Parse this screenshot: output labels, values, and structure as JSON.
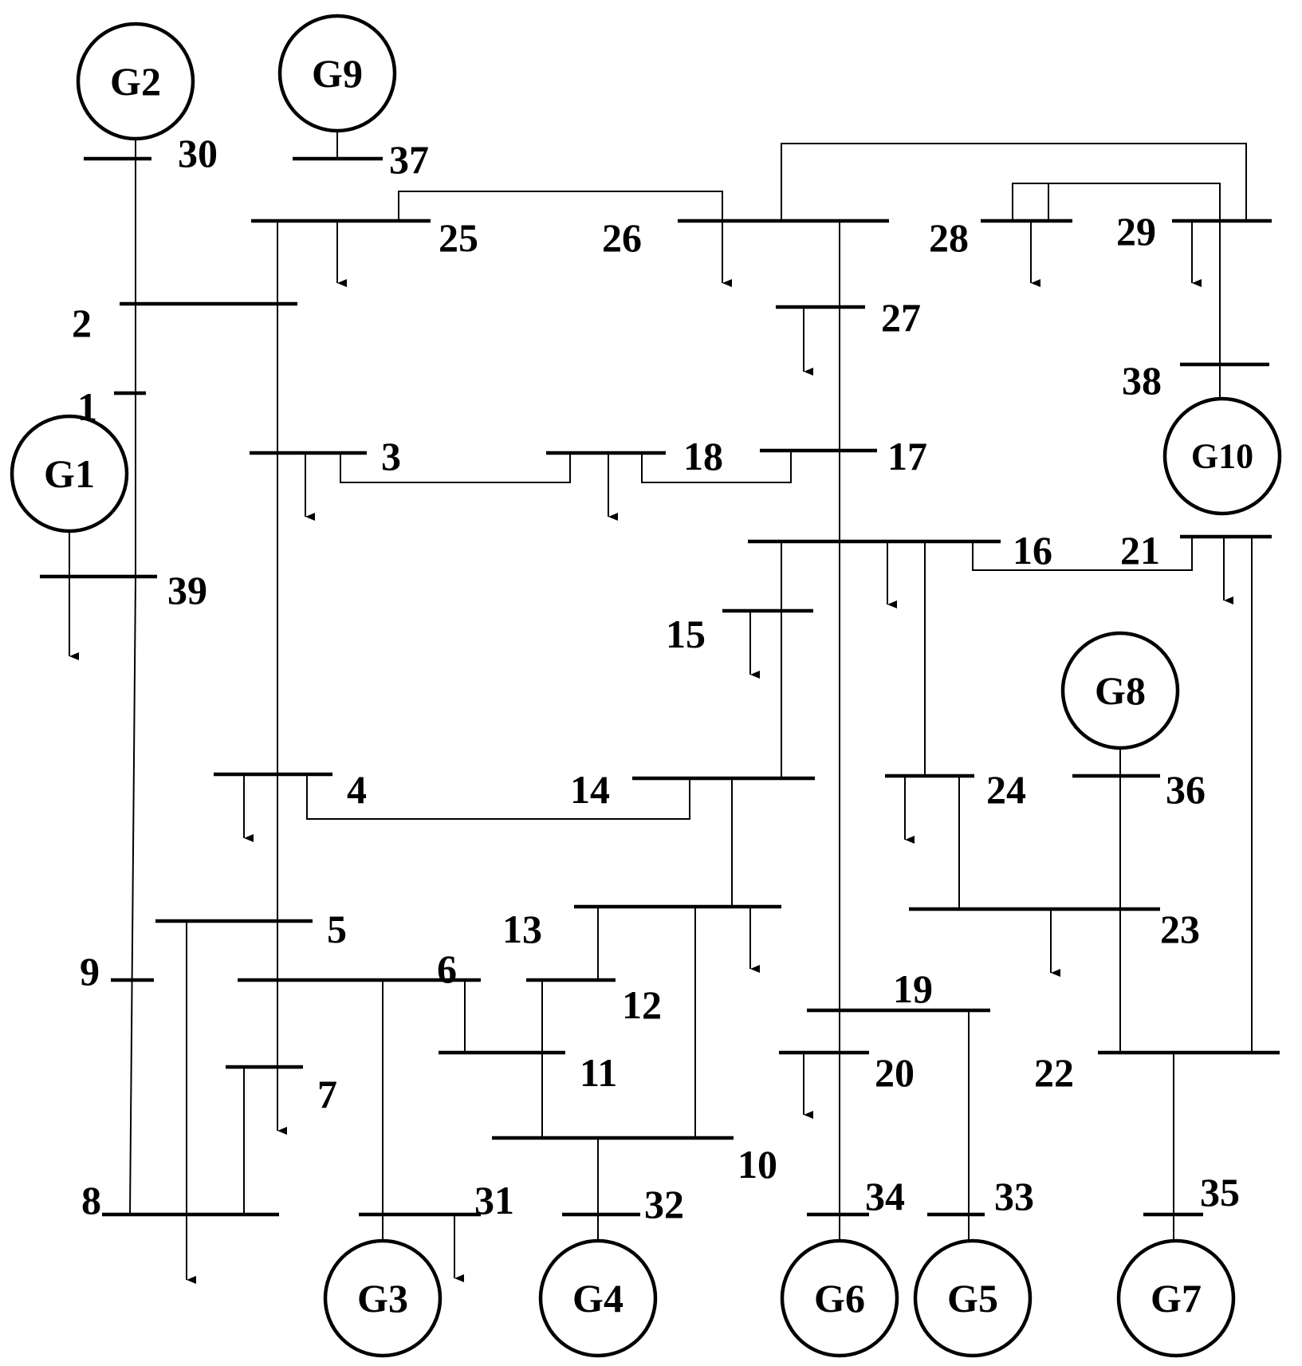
{
  "buses": [
    "1",
    "2",
    "3",
    "4",
    "5",
    "6",
    "7",
    "8",
    "9",
    "10",
    "11",
    "12",
    "13",
    "14",
    "15",
    "16",
    "17",
    "18",
    "19",
    "20",
    "21",
    "22",
    "23",
    "24",
    "25",
    "26",
    "27",
    "28",
    "29",
    "30",
    "31",
    "32",
    "33",
    "34",
    "35",
    "36",
    "37",
    "38",
    "39"
  ],
  "generators": [
    "G1",
    "G2",
    "G3",
    "G4",
    "G5",
    "G6",
    "G7",
    "G8",
    "G9",
    "G10"
  ]
}
